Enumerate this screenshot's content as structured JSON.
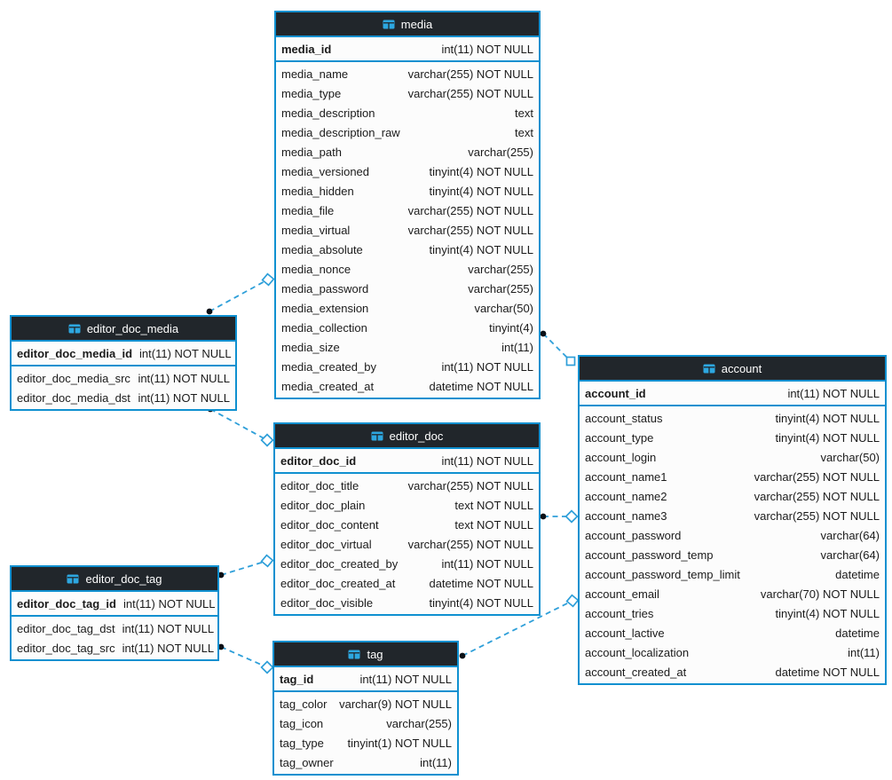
{
  "diagram": {
    "type": "database-eer-diagram",
    "colors": {
      "canvas_bg": "#ffffff",
      "table_border": "#0f90d0",
      "header_bg": "#21262b",
      "header_text": "#ffffff",
      "row_bg": "#fcfcfc",
      "row_text": "#1b1b1b",
      "connector": "#2e9fd9",
      "table_icon": "#2da7e0"
    }
  },
  "tables": {
    "media": {
      "title": "media",
      "pk": {
        "name": "media_id",
        "type": "int(11) NOT NULL"
      },
      "columns": [
        {
          "name": "media_name",
          "type": "varchar(255) NOT NULL"
        },
        {
          "name": "media_type",
          "type": "varchar(255) NOT NULL"
        },
        {
          "name": "media_description",
          "type": "text"
        },
        {
          "name": "media_description_raw",
          "type": "text"
        },
        {
          "name": "media_path",
          "type": "varchar(255)"
        },
        {
          "name": "media_versioned",
          "type": "tinyint(4) NOT NULL"
        },
        {
          "name": "media_hidden",
          "type": "tinyint(4) NOT NULL"
        },
        {
          "name": "media_file",
          "type": "varchar(255) NOT NULL"
        },
        {
          "name": "media_virtual",
          "type": "varchar(255) NOT NULL"
        },
        {
          "name": "media_absolute",
          "type": "tinyint(4) NOT NULL"
        },
        {
          "name": "media_nonce",
          "type": "varchar(255)"
        },
        {
          "name": "media_password",
          "type": "varchar(255)"
        },
        {
          "name": "media_extension",
          "type": "varchar(50)"
        },
        {
          "name": "media_collection",
          "type": "tinyint(4)"
        },
        {
          "name": "media_size",
          "type": "int(11)"
        },
        {
          "name": "media_created_by",
          "type": "int(11) NOT NULL"
        },
        {
          "name": "media_created_at",
          "type": "datetime NOT NULL"
        }
      ]
    },
    "editor_doc_media": {
      "title": "editor_doc_media",
      "pk": {
        "name": "editor_doc_media_id",
        "type": "int(11) NOT NULL"
      },
      "columns": [
        {
          "name": "editor_doc_media_src",
          "type": "int(11) NOT NULL"
        },
        {
          "name": "editor_doc_media_dst",
          "type": "int(11) NOT NULL"
        }
      ]
    },
    "editor_doc": {
      "title": "editor_doc",
      "pk": {
        "name": "editor_doc_id",
        "type": "int(11) NOT NULL"
      },
      "columns": [
        {
          "name": "editor_doc_title",
          "type": "varchar(255) NOT NULL"
        },
        {
          "name": "editor_doc_plain",
          "type": "text NOT NULL"
        },
        {
          "name": "editor_doc_content",
          "type": "text NOT NULL"
        },
        {
          "name": "editor_doc_virtual",
          "type": "varchar(255) NOT NULL"
        },
        {
          "name": "editor_doc_created_by",
          "type": "int(11) NOT NULL"
        },
        {
          "name": "editor_doc_created_at",
          "type": "datetime NOT NULL"
        },
        {
          "name": "editor_doc_visible",
          "type": "tinyint(4) NOT NULL"
        }
      ]
    },
    "editor_doc_tag": {
      "title": "editor_doc_tag",
      "pk": {
        "name": "editor_doc_tag_id",
        "type": "int(11) NOT NULL"
      },
      "columns": [
        {
          "name": "editor_doc_tag_dst",
          "type": "int(11) NOT NULL"
        },
        {
          "name": "editor_doc_tag_src",
          "type": "int(11) NOT NULL"
        }
      ]
    },
    "tag": {
      "title": "tag",
      "pk": {
        "name": "tag_id",
        "type": "int(11) NOT NULL"
      },
      "columns": [
        {
          "name": "tag_color",
          "type": "varchar(9) NOT NULL"
        },
        {
          "name": "tag_icon",
          "type": "varchar(255)"
        },
        {
          "name": "tag_type",
          "type": "tinyint(1) NOT NULL"
        },
        {
          "name": "tag_owner",
          "type": "int(11)"
        }
      ]
    },
    "account": {
      "title": "account",
      "pk": {
        "name": "account_id",
        "type": "int(11) NOT NULL"
      },
      "columns": [
        {
          "name": "account_status",
          "type": "tinyint(4) NOT NULL"
        },
        {
          "name": "account_type",
          "type": "tinyint(4) NOT NULL"
        },
        {
          "name": "account_login",
          "type": "varchar(50)"
        },
        {
          "name": "account_name1",
          "type": "varchar(255) NOT NULL"
        },
        {
          "name": "account_name2",
          "type": "varchar(255) NOT NULL"
        },
        {
          "name": "account_name3",
          "type": "varchar(255) NOT NULL"
        },
        {
          "name": "account_password",
          "type": "varchar(64)"
        },
        {
          "name": "account_password_temp",
          "type": "varchar(64)"
        },
        {
          "name": "account_password_temp_limit",
          "type": "datetime"
        },
        {
          "name": "account_email",
          "type": "varchar(70) NOT NULL"
        },
        {
          "name": "account_tries",
          "type": "tinyint(4) NOT NULL"
        },
        {
          "name": "account_lactive",
          "type": "datetime"
        },
        {
          "name": "account_localization",
          "type": "int(11)"
        },
        {
          "name": "account_created_at",
          "type": "datetime NOT NULL"
        }
      ]
    }
  },
  "relations": [
    {
      "from": "editor_doc_media",
      "to": "media",
      "style": "dashed"
    },
    {
      "from": "editor_doc_media",
      "to": "editor_doc",
      "style": "dashed"
    },
    {
      "from": "media",
      "to": "account",
      "style": "dashed"
    },
    {
      "from": "editor_doc",
      "to": "account",
      "style": "dashed"
    },
    {
      "from": "editor_doc_tag",
      "to": "editor_doc",
      "style": "dashed"
    },
    {
      "from": "editor_doc_tag",
      "to": "tag",
      "style": "dashed"
    },
    {
      "from": "tag",
      "to": "account",
      "style": "dashed"
    }
  ]
}
